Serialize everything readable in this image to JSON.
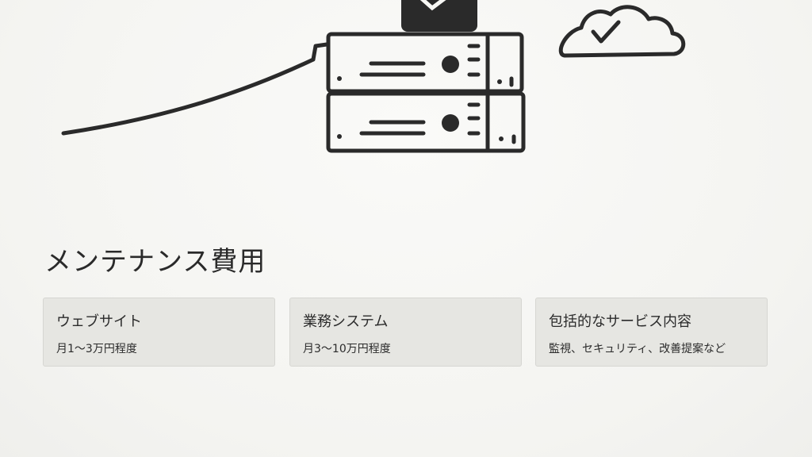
{
  "heading": "メンテナンス費用",
  "cards": [
    {
      "title": "ウェブサイト",
      "text": "月1〜3万円程度"
    },
    {
      "title": "業務システム",
      "text": "月3〜10万円程度"
    },
    {
      "title": "包括的なサービス内容",
      "text": "監視、セキュリティ、改善提案など"
    }
  ]
}
